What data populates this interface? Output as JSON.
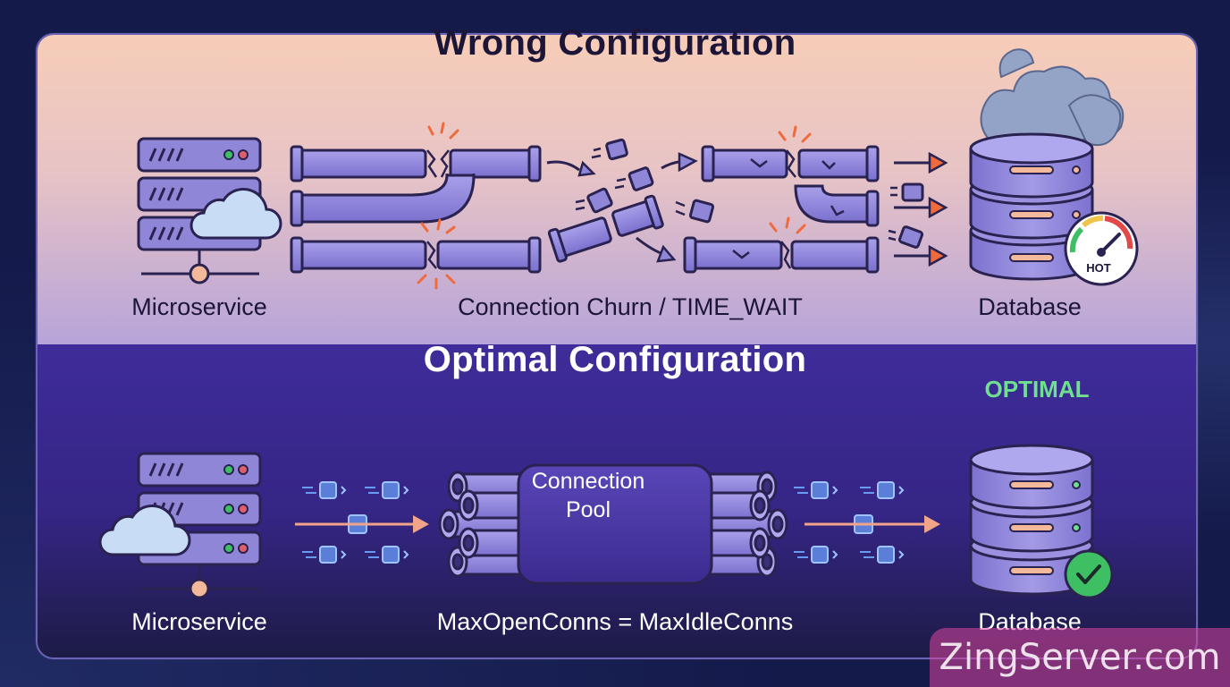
{
  "top_section": {
    "title": "Wrong Configuration",
    "left_label": "Microservice",
    "middle_label": "Connection Churn / TIME_WAIT",
    "right_label": "Database",
    "gauge_text": "HOT"
  },
  "bottom_section": {
    "title": "Optimal Configuration",
    "left_label": "Microservice",
    "middle_label": "MaxOpenConns = MaxIdleConns",
    "right_label": "Database",
    "status_tag": "OPTIMAL",
    "pool_label_line1": "Connection",
    "pool_label_line2": "Pool"
  },
  "watermark": "ZingServer.com",
  "colors": {
    "server": "#8f86d8",
    "outline": "#2a2250",
    "cloud": "#c8dcf6",
    "status_ok": "#3fbf64",
    "spark": "#ef6a3c",
    "optimal_text": "#6fe08f"
  },
  "icons": [
    "server-icon",
    "cloud-icon",
    "database-icon",
    "gauge-icon",
    "check-icon",
    "smoke-icon",
    "broken-pipe-icon",
    "packet-icon",
    "arrow-icon"
  ]
}
